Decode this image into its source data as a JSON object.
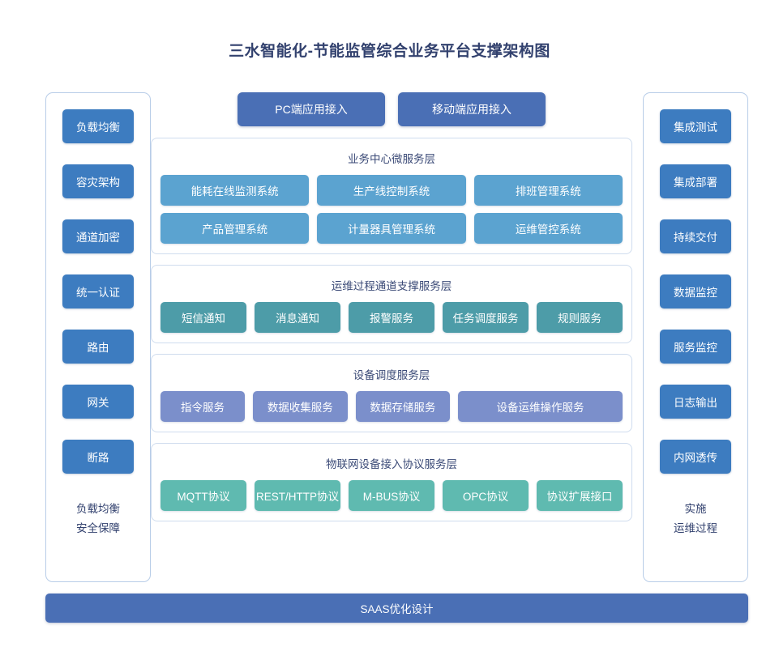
{
  "title": "三水智能化-节能监管综合业务平台支撑架构图",
  "colors": {
    "title_text": "#32416e",
    "access_button": "#4a6fb5",
    "side_button": "#3d7cc0",
    "business_node": "#5ba3d0",
    "support_node": "#4d9ca8",
    "device_node": "#7b8fcb",
    "protocol_node": "#5fbab0",
    "bottom_bar": "#4a6fb5",
    "panel_border": "#cfdcee",
    "column_border": "#b8cde8"
  },
  "left_column": {
    "items": [
      {
        "label": "负载均衡"
      },
      {
        "label": "容灾架构"
      },
      {
        "label": "通道加密"
      },
      {
        "label": "统一认证"
      },
      {
        "label": "路由"
      },
      {
        "label": "网关"
      },
      {
        "label": "断路"
      }
    ],
    "caption_line1": "负载均衡",
    "caption_line2": "安全保障"
  },
  "right_column": {
    "items": [
      {
        "label": "集成测试"
      },
      {
        "label": "集成部署"
      },
      {
        "label": "持续交付"
      },
      {
        "label": "数据监控"
      },
      {
        "label": "服务监控"
      },
      {
        "label": "日志输出"
      },
      {
        "label": "内网透传"
      }
    ],
    "caption_line1": "实施",
    "caption_line2": "运维过程"
  },
  "access": {
    "buttons": [
      {
        "label": "PC端应用接入"
      },
      {
        "label": "移动端应用接入"
      }
    ]
  },
  "layers": [
    {
      "title": "业务中心微服务层",
      "style": "biz",
      "rows": [
        [
          {
            "label": "能耗在线监测系统",
            "flex": 1
          },
          {
            "label": "生产线控制系统",
            "flex": 1
          },
          {
            "label": "排班管理系统",
            "flex": 1
          }
        ],
        [
          {
            "label": "产品管理系统",
            "flex": 1
          },
          {
            "label": "计量器具管理系统",
            "flex": 1
          },
          {
            "label": "运维管控系统",
            "flex": 1
          }
        ]
      ]
    },
    {
      "title": "运维过程通道支撑服务层",
      "style": "support",
      "rows": [
        [
          {
            "label": "短信通知",
            "flex": 1
          },
          {
            "label": "消息通知",
            "flex": 1
          },
          {
            "label": "报警服务",
            "flex": 1
          },
          {
            "label": "任务调度服务",
            "flex": 1
          },
          {
            "label": "规则服务",
            "flex": 1
          }
        ]
      ]
    },
    {
      "title": "设备调度服务层",
      "style": "device",
      "rows": [
        [
          {
            "label": "指令服务",
            "flex": 1
          },
          {
            "label": "数据收集服务",
            "flex": 1.12
          },
          {
            "label": "数据存储服务",
            "flex": 1.12
          },
          {
            "label": "设备运维操作服务",
            "flex": 1.95
          }
        ]
      ]
    },
    {
      "title": "物联网设备接入协议服务层",
      "style": "proto",
      "rows": [
        [
          {
            "label": "MQTT协议",
            "flex": 1
          },
          {
            "label": "REST/HTTP协议",
            "flex": 1
          },
          {
            "label": "M-BUS协议",
            "flex": 1
          },
          {
            "label": "OPC协议",
            "flex": 1
          },
          {
            "label": "协议扩展接口",
            "flex": 1
          }
        ]
      ]
    }
  ],
  "bottom_bar": {
    "label": "SAAS优化设计"
  }
}
